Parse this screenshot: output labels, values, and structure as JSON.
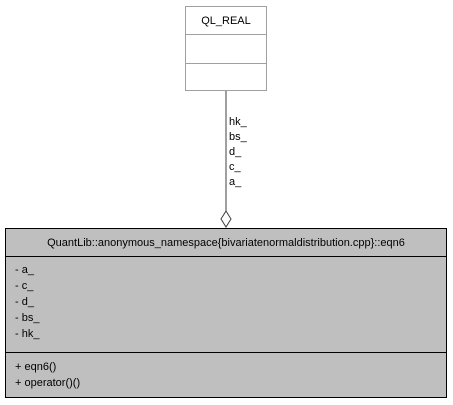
{
  "related_class": {
    "name": "QL_REAL"
  },
  "association": {
    "labels": [
      "hk_",
      "bs_",
      "d_",
      "c_",
      "a_"
    ]
  },
  "main_class": {
    "name": "QuantLib::anonymous_namespace{bivariatenormaldistribution.cpp}::eqn6",
    "attributes": [
      "- a_",
      "- c_",
      "- d_",
      "- bs_",
      "- hk_"
    ],
    "operations": [
      "+ eqn6()",
      "+ operator()()"
    ]
  },
  "colors": {
    "main_fill": "#bfbfbf",
    "related_border": "#a0a0a0",
    "line": "#404040"
  }
}
